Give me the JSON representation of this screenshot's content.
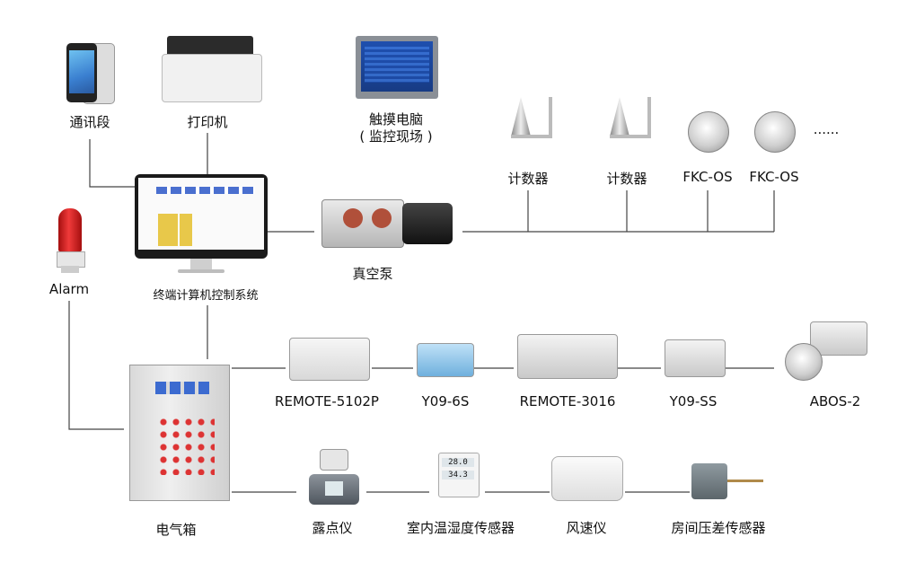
{
  "labels": {
    "phone": "通讯段",
    "printer": "打印机",
    "touch_pc_line1": "触摸电脑",
    "touch_pc_line2": "( 监控现场 )",
    "counter1": "计数器",
    "counter2": "计数器",
    "fkc1": "FKC-OS",
    "fkc2": "FKC-OS",
    "more": "......",
    "alarm": "Alarm",
    "terminal": "终端计算机控制系统",
    "pump": "真空泵",
    "remote5102p": "REMOTE-5102P",
    "y096s": "Y09-6S",
    "remote3016": "REMOTE-3016",
    "y09ss": "Y09-SS",
    "abos2": "ABOS-2",
    "cabinet": "电气箱",
    "dewpoint": "露点仪",
    "indoor_th": "室内温湿度传感器",
    "anemometer": "风速仪",
    "room_dp": "房间压差传感器"
  },
  "th_display": {
    "temp": "28.0",
    "humidity": "34.3"
  },
  "colors": {
    "line": "#444444",
    "alarm_red": "#d81c1c",
    "chip_yellow": "#e8c84a"
  }
}
